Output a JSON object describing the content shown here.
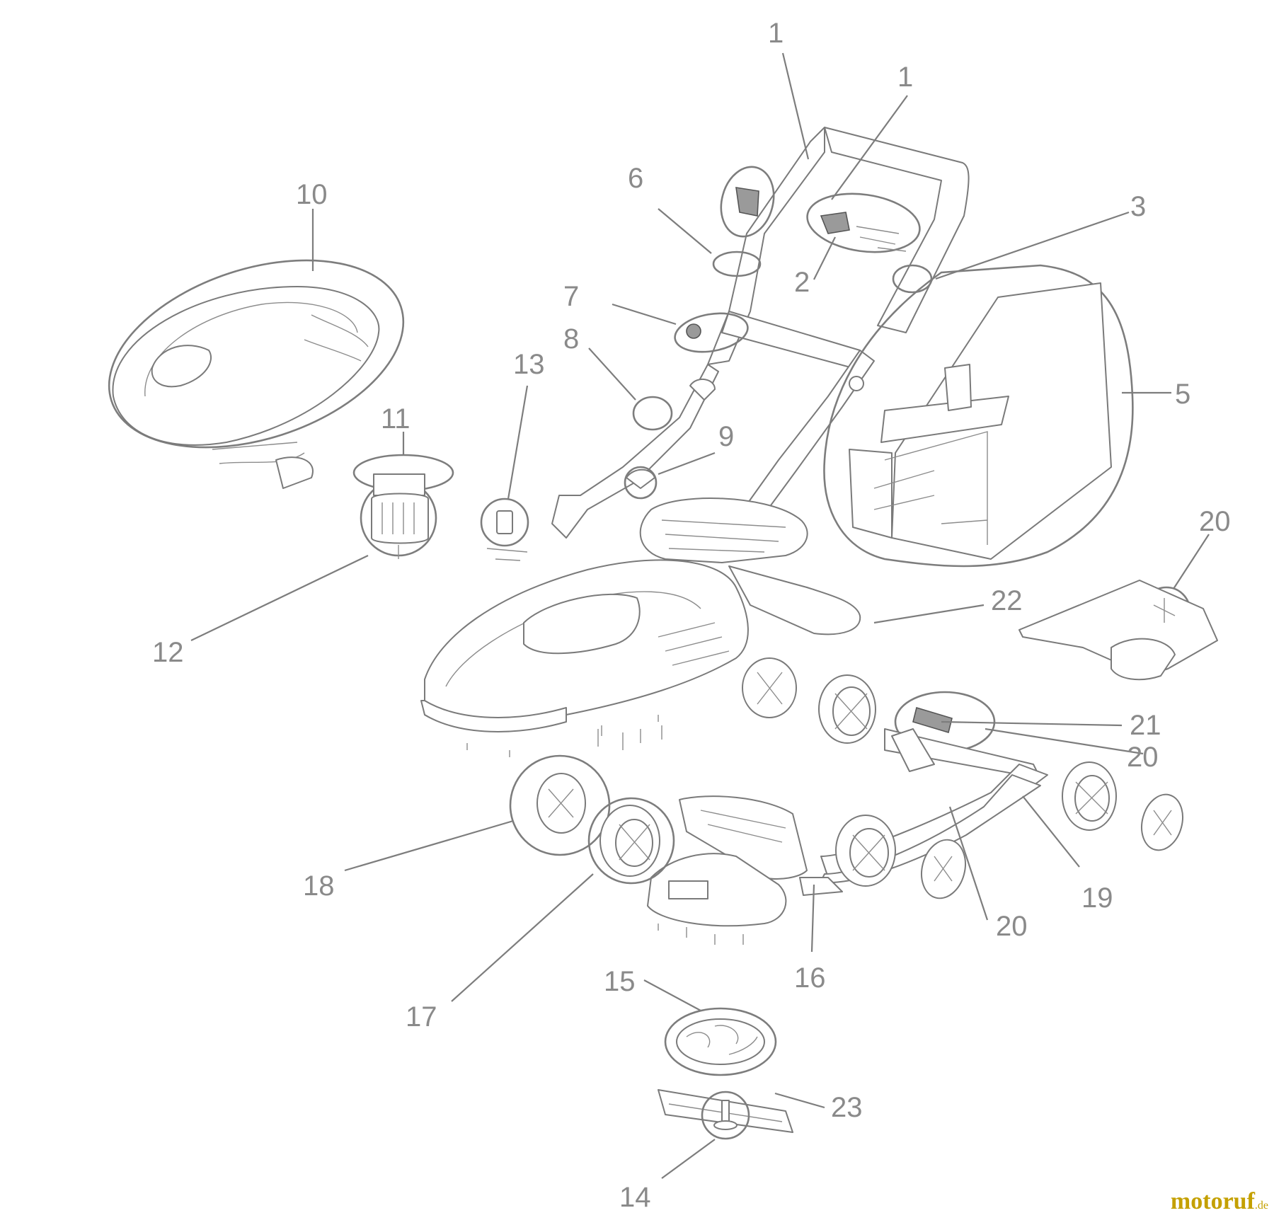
{
  "callouts": [
    {
      "id": "1",
      "text": "1"
    },
    {
      "id": "1b",
      "text": "1"
    },
    {
      "id": "2",
      "text": "2"
    },
    {
      "id": "3",
      "text": "3"
    },
    {
      "id": "5",
      "text": "5"
    },
    {
      "id": "6",
      "text": "6"
    },
    {
      "id": "7",
      "text": "7"
    },
    {
      "id": "8",
      "text": "8"
    },
    {
      "id": "9",
      "text": "9"
    },
    {
      "id": "10",
      "text": "10"
    },
    {
      "id": "11",
      "text": "11"
    },
    {
      "id": "12",
      "text": "12"
    },
    {
      "id": "13",
      "text": "13"
    },
    {
      "id": "14",
      "text": "14"
    },
    {
      "id": "15",
      "text": "15"
    },
    {
      "id": "16",
      "text": "16"
    },
    {
      "id": "17",
      "text": "17"
    },
    {
      "id": "18",
      "text": "18"
    },
    {
      "id": "19",
      "text": "19"
    },
    {
      "id": "20a",
      "text": "20"
    },
    {
      "id": "20b",
      "text": "20"
    },
    {
      "id": "20c",
      "text": "20"
    },
    {
      "id": "21",
      "text": "21"
    },
    {
      "id": "22",
      "text": "22"
    },
    {
      "id": "23",
      "text": "23"
    }
  ],
  "watermark": {
    "main": "motoruf",
    "sub": ".de"
  },
  "colors": {
    "line": "#7d7d7d",
    "label": "#8a8a8a",
    "watermark": "#c4a000"
  }
}
